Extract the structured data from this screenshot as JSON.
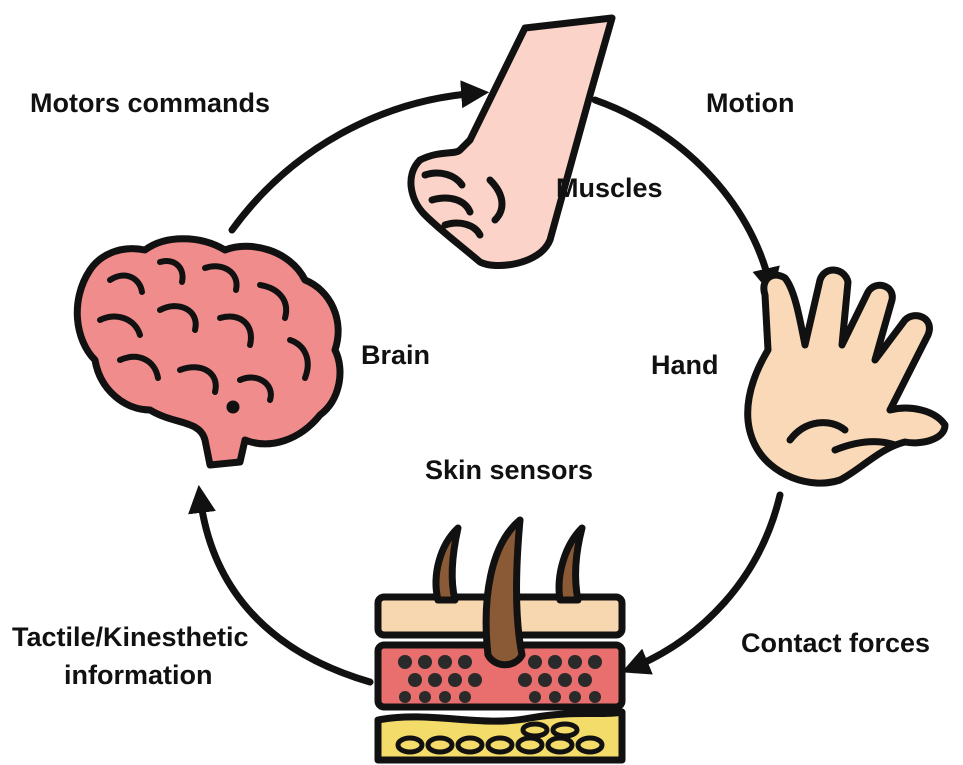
{
  "labels": {
    "motor_commands": "Motors commands",
    "motion": "Motion",
    "muscles": "Muscles",
    "brain": "Brain",
    "hand": "Hand",
    "skin_sensors": "Skin sensors",
    "contact_forces": "Contact forces",
    "tactile_line1": "Tactile/Kinesthetic",
    "tactile_line2": "information"
  },
  "colors": {
    "outline": "#111111",
    "brain": "#f08c8c",
    "hand_skin": "#f9d9b8",
    "arm_skin": "#fbd3c8",
    "skin_top": "#f7d7b0",
    "dermis": "#e96e6e",
    "fat_layer": "#f4dc6a",
    "hair": "#8a5a36"
  },
  "icons": [
    "fist-arm-icon",
    "brain-icon",
    "open-hand-icon",
    "skin-layers-icon"
  ]
}
